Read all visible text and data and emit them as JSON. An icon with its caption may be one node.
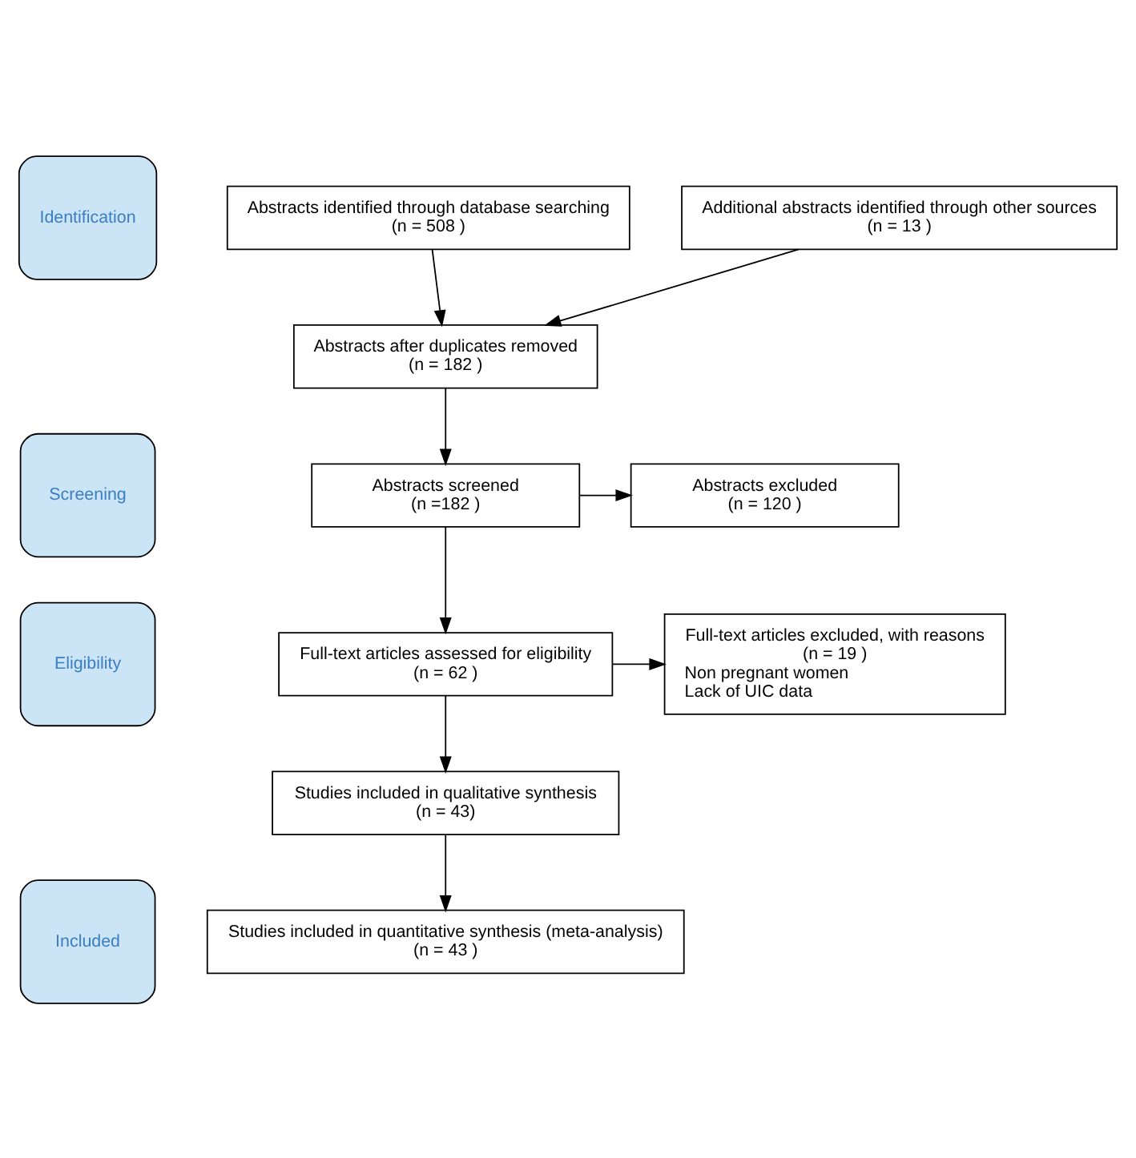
{
  "diagram": {
    "nodes": [
      {
        "text": [
          "Identification"
        ]
      },
      {
        "text": [
          "Abstracts identified through database searching",
          "(n = 508 )"
        ]
      },
      {
        "text": [
          "Additional abstracts identified through other sources",
          "(n = 13 )"
        ]
      },
      {
        "text": [
          "Abstracts after duplicates removed",
          "(n = 182 )"
        ]
      },
      {
        "text": [
          "Screening"
        ]
      },
      {
        "text": [
          "Abstracts screened",
          "(n =182 )"
        ]
      },
      {
        "text": [
          "Abstracts excluded",
          "(n = 120 )"
        ]
      },
      {
        "text": [
          "Eligibility"
        ]
      },
      {
        "text": [
          "Full-text articles assessed for eligibility",
          "(n = 62 )"
        ]
      },
      {
        "text": [
          "Full-text articles excluded, with reasons",
          "(n = 19 )",
          "Non pregnant women",
          "Lack of UIC data"
        ]
      },
      {
        "text": [
          "Studies included in qualitative synthesis",
          "(n = 43)"
        ]
      },
      {
        "text": [
          "Included"
        ]
      },
      {
        "text": [
          "Studies included in quantitative synthesis (meta-analysis)",
          "(n = 43 )"
        ]
      }
    ],
    "edges": [
      {
        "from": 1,
        "to": 3,
        "arrow": "to"
      },
      {
        "from": 2,
        "to": 3,
        "arrow": "to"
      },
      {
        "from": 3,
        "to": 5,
        "arrow": "to"
      },
      {
        "from": 5,
        "to": 6,
        "arrow": "to"
      },
      {
        "from": 5,
        "to": 8,
        "arrow": "to"
      },
      {
        "from": 8,
        "to": 9,
        "arrow": "to"
      },
      {
        "from": 8,
        "to": 10,
        "arrow": "to"
      },
      {
        "from": 10,
        "to": 12,
        "arrow": "to"
      }
    ]
  }
}
